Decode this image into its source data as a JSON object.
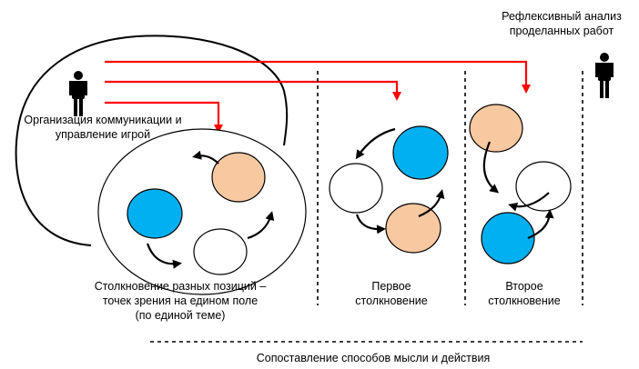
{
  "labels": {
    "reflexive_line1": "Рефлексивный анализ",
    "reflexive_line2": "проделанных работ",
    "organization_line1": "Организация коммуникации и",
    "organization_line2": "управление игрой",
    "collision_line1": "Столкновение разных позиций –",
    "collision_line2": "точек зрения на едином поле",
    "collision_line3": "(по единой теме)",
    "first_line1": "Первое",
    "first_line2": "столкновение",
    "second_line1": "Второе",
    "second_line2": "столкновение",
    "comparison": "Сопоставление способов мысли и действия"
  },
  "colors": {
    "arrow_red": "#ff0000",
    "cyan": "#00b0f0",
    "peach": "#f8c8a0",
    "white": "#ffffff",
    "outline": "#000000"
  },
  "icons": [
    "person-icon-left",
    "person-icon-right"
  ]
}
